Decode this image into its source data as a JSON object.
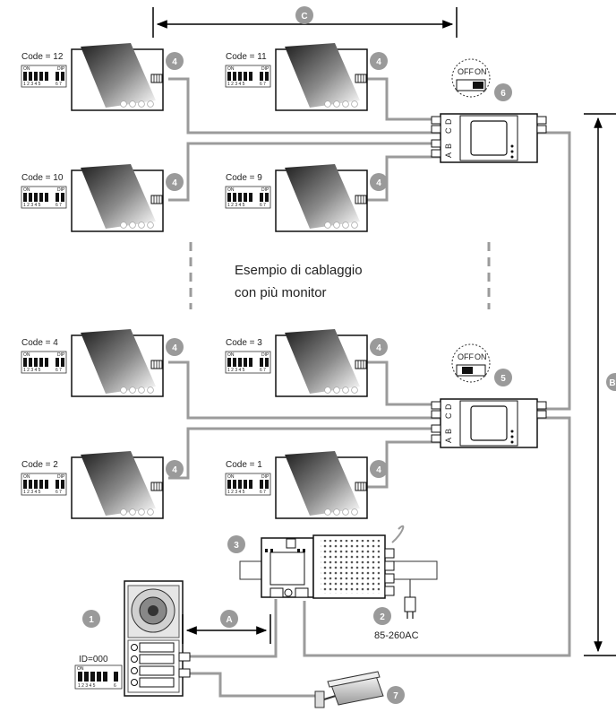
{
  "caption": {
    "line1": "Esempio di cablaggio",
    "line2": "con più monitor"
  },
  "monitors": [
    {
      "code": "Code = 12",
      "badge": "4"
    },
    {
      "code": "Code = 11",
      "badge": "4"
    },
    {
      "code": "Code = 10",
      "badge": "4"
    },
    {
      "code": "Code = 9",
      "badge": "4"
    },
    {
      "code": "Code = 4",
      "badge": "4"
    },
    {
      "code": "Code = 3",
      "badge": "4"
    },
    {
      "code": "Code = 2",
      "badge": "4"
    },
    {
      "code": "Code = 1",
      "badge": "4"
    }
  ],
  "dip": {
    "on": "ON",
    "dip": "DIP",
    "nums_a": "1 2 3 4 5",
    "nums_b": "6 7"
  },
  "distributors": [
    {
      "badge": "6",
      "switch_off": "OFF",
      "switch_on": "ON",
      "ports": [
        "A",
        "B",
        "C",
        "D"
      ]
    },
    {
      "badge": "5",
      "switch_off": "OFF",
      "switch_on": "ON",
      "ports": [
        "A",
        "B",
        "C",
        "D"
      ]
    }
  ],
  "outdoor_station": {
    "badge": "1",
    "id_label": "ID=000",
    "dip_nums": "1 2 3 4 5",
    "dip_last": "6"
  },
  "power_supply": {
    "badge_module": "3",
    "badge_psu": "2",
    "voltage": "85-260AC"
  },
  "camera": {
    "badge": "7"
  },
  "distances": {
    "top": "C",
    "side": "B",
    "short": "A"
  },
  "colors": {
    "badge": "#9a9a9a",
    "wire": "#9b9b9b",
    "line": "#000000"
  }
}
